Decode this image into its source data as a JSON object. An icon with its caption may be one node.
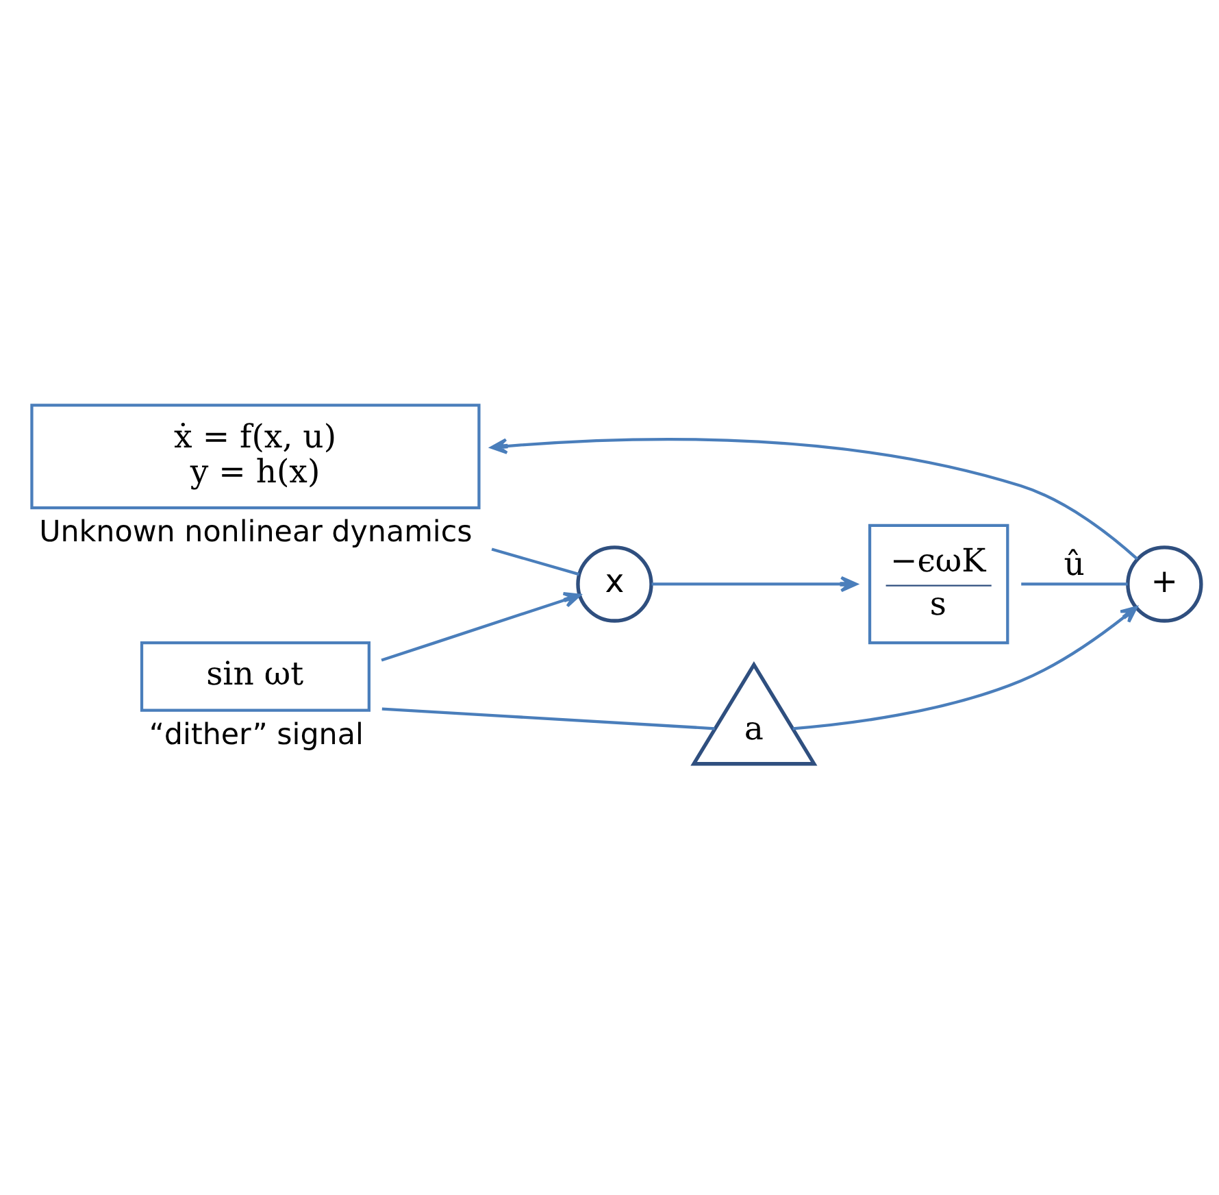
{
  "diagram": {
    "nodes": [
      {
        "text": [
          "ẋ = f(x, u)",
          "y = h(x)"
        ],
        "beside": [
          "Unknown nonlinear dynamics"
        ]
      },
      {
        "text": [
          "+"
        ]
      },
      {
        "text": [
          "−ϵωK",
          "s"
        ]
      },
      {
        "text": [
          "x"
        ]
      },
      {
        "text": [
          "a"
        ]
      },
      {
        "text": [
          "sin ωt"
        ],
        "beside": [
          "“dither” signal"
        ]
      }
    ],
    "edges": [
      {
        "from": 1,
        "to": 0,
        "arrow": "to"
      },
      {
        "from": 0,
        "to": 3,
        "arrow": "none"
      },
      {
        "from": 3,
        "to": 2,
        "arrow": "to"
      },
      {
        "from": 2,
        "to": 1,
        "arrow": "none",
        "label": "û"
      },
      {
        "from": 4,
        "to": 1,
        "arrow": "to"
      },
      {
        "from": 5,
        "to": 4,
        "arrow": "none"
      },
      {
        "from": 5,
        "to": 3,
        "arrow": "to"
      }
    ]
  }
}
